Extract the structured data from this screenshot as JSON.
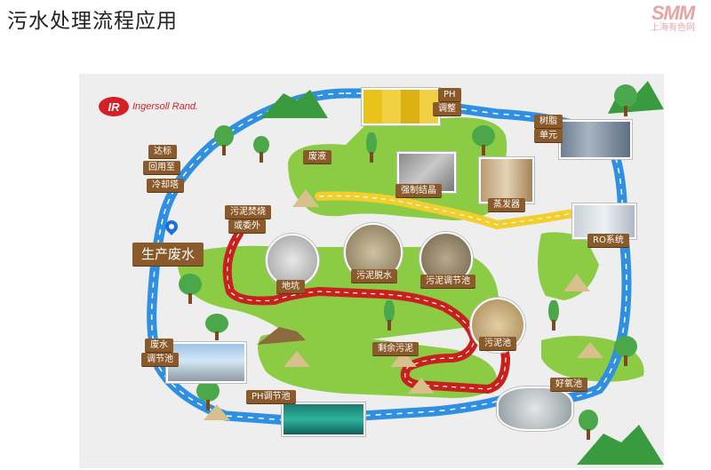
{
  "page_title": "污水处理流程应用",
  "watermark": {
    "brand": "SMM",
    "sub": "上海有色网"
  },
  "logo": {
    "mark": "IR",
    "text": "Ingersoll Rand."
  },
  "signs": {
    "ph_top": "PH",
    "tiaozheng": "调整",
    "shuzhi": "树脂",
    "danyuan": "单元",
    "dabiao": "达标",
    "huiyongzhi": "回用至",
    "lengqueta": "冷却塔",
    "feiye": "废液",
    "qiangzhijiejing": "强制结晶",
    "zhengfaqi": "蒸发器",
    "ro": "RO系统",
    "wunifenshao": "污泥焚烧",
    "huowaiwai": "或委外",
    "shengchanfeishui": "生产废水",
    "dikeng": "地坑",
    "wunituoshui": "污泥脱水",
    "wunitiaojiechi_top": "污泥调节池",
    "wunichi": "污泥池",
    "shengyuwuni": "剩余污泥",
    "haoyangchi": "好氧池",
    "feishui": "废水",
    "tiaojiechi": "调节池",
    "ph_tiaojiechi": "PH调节池"
  },
  "colors": {
    "road_blue": "#2f8fe0",
    "road_red": "#c8201c",
    "road_yellow": "#f2cf2c",
    "grass": "#8ccc45",
    "wood": "#8b5a2b",
    "logo_red": "#d32027"
  }
}
